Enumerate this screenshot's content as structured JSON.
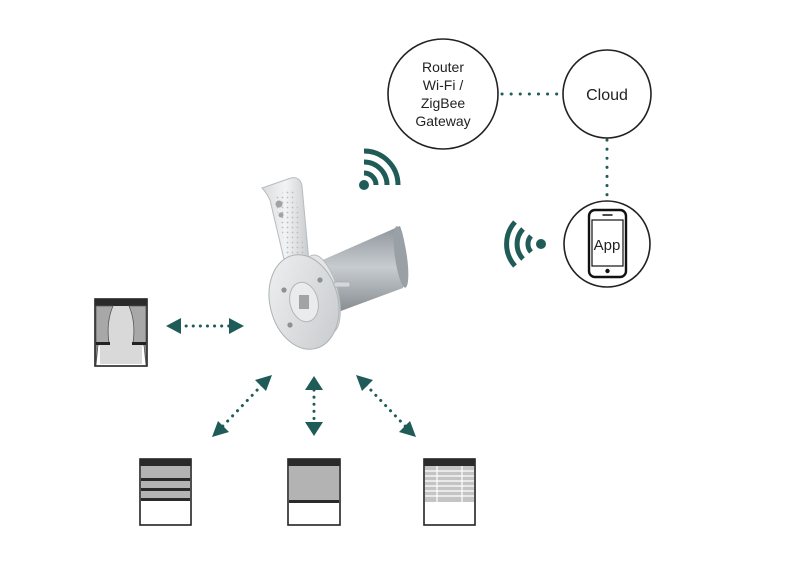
{
  "nodes": {
    "router": {
      "lines": [
        "Router",
        "Wi-Fi /",
        "ZigBee",
        "Gateway"
      ]
    },
    "cloud": {
      "label": "Cloud"
    },
    "phone": {
      "label": "App"
    }
  },
  "colors": {
    "accent": "#1f5c58",
    "outline": "#222222",
    "panel_gray": "#b3b3b3",
    "header_dark": "#2a2a2a"
  },
  "icons": [
    "wifi-signal-icon",
    "smartphone-icon",
    "motor-device-icon",
    "curtain-icon",
    "roller-blind-icon",
    "shade-icon",
    "venetian-blind-icon"
  ]
}
